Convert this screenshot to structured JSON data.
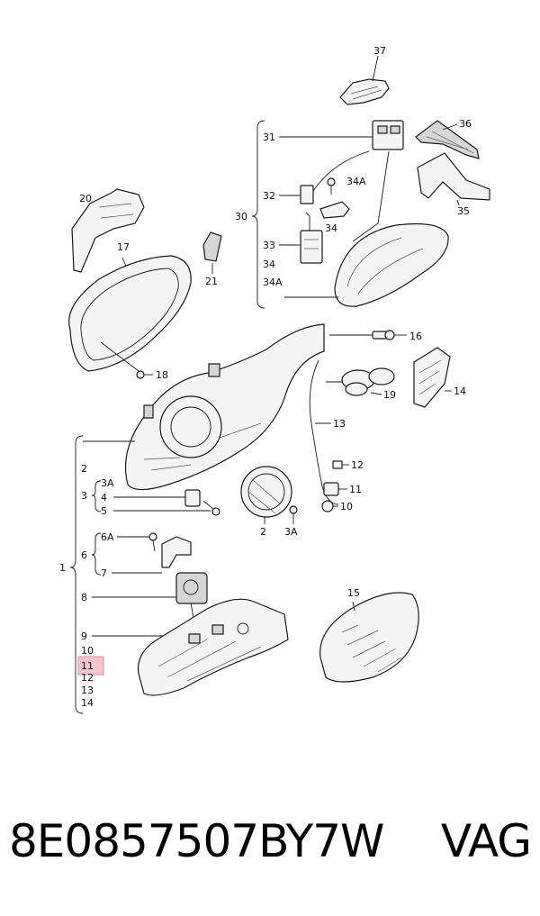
{
  "callouts": {
    "n37": "37",
    "n36": "36",
    "n31": "31",
    "n34a_top": "34A",
    "n32": "32",
    "n30": "30",
    "n34_mid": "34",
    "n33": "33",
    "n34_left": "34",
    "n34a_left": "34A",
    "n35": "35",
    "n20": "20",
    "n17": "17",
    "n21": "21",
    "n18": "18",
    "n16": "16",
    "n19": "19",
    "n14_right": "14",
    "n13_right": "13",
    "n12_right": "12",
    "n11_right": "11",
    "n10_right": "10",
    "n2_list": "2",
    "n3": "3",
    "n3a_list": "3A",
    "n4": "4",
    "n5": "5",
    "n2_cover": "2",
    "n3a_cover": "3A",
    "n1": "1",
    "n6": "6",
    "n6a": "6A",
    "n7": "7",
    "n8": "8",
    "n9": "9",
    "n10": "10",
    "n11_highlight": "11",
    "n12": "12",
    "n13": "13",
    "n14": "14",
    "n15": "15"
  },
  "footer": {
    "part_number": "8E0857507BY7W",
    "brand": "VAG"
  },
  "colors": {
    "highlight_box": "#f5c6cf",
    "highlight_border": "#e88a9a",
    "ink": "#1a1a1a"
  }
}
